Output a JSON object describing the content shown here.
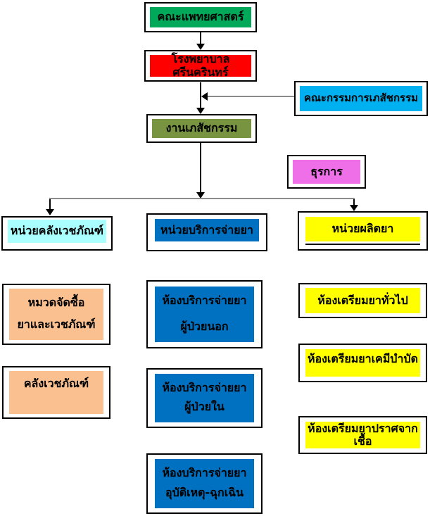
{
  "diagram": {
    "nodes": {
      "faculty": {
        "label": "คณะแพทยศาสตร์",
        "color": "#00A859"
      },
      "hospital": {
        "label": "โรงพยาบาลศรีนครินทร์",
        "color": "#FF0000"
      },
      "committee": {
        "label": "คณะกรรมการเภสัชกรรม",
        "color": "#00B0F0"
      },
      "pharmacy_dept": {
        "label": "งานเภสัชกรรม",
        "color": "#789440"
      },
      "admin": {
        "label": "ธุรการ",
        "color": "#EE6FE8"
      },
      "stock_unit": {
        "label": "หน่วยคลังเวชภัณฑ์",
        "color": "#AAFFFF"
      },
      "dispense_unit": {
        "label": "หน่วยบริการจ่ายยา",
        "color": "#0070C0"
      },
      "production_unit": {
        "label": "หน่วยผลิตยา",
        "color": "#FFFF00"
      },
      "procurement": {
        "line1": "หมวดจัดซื้อ",
        "line2": "ยาและเวชภัณฑ์",
        "color": "#FAC090"
      },
      "stock": {
        "label": "คลังเวชภัณฑ์",
        "color": "#FAC090"
      },
      "dispense_opd": {
        "line1": "ห้องบริการจ่ายยา",
        "line2": "ผู้ป่วยนอก",
        "color": "#0070C0"
      },
      "dispense_ipd": {
        "line1": "ห้องบริการจ่ายยา",
        "line2": "ผู้ป่วยใน",
        "color": "#0070C0"
      },
      "dispense_er": {
        "line1": "ห้องบริการจ่ายยา",
        "line2": "อุบัติเหตุ-ฉุกเฉิน",
        "color": "#0070C0"
      },
      "prep_general": {
        "label": "ห้องเตรียมยาทั่วไป",
        "color": "#FFFF00"
      },
      "prep_chemo": {
        "label": "ห้องเตรียมยาเคมีบำบัด",
        "color": "#FFFF00"
      },
      "prep_sterile": {
        "label": "ห้องเตรียมยาปราศจากเชื้อ",
        "color": "#FFFF00"
      }
    },
    "connector_colors": {
      "vertical": "#000000",
      "horizontal": "#8C8C8C"
    }
  }
}
